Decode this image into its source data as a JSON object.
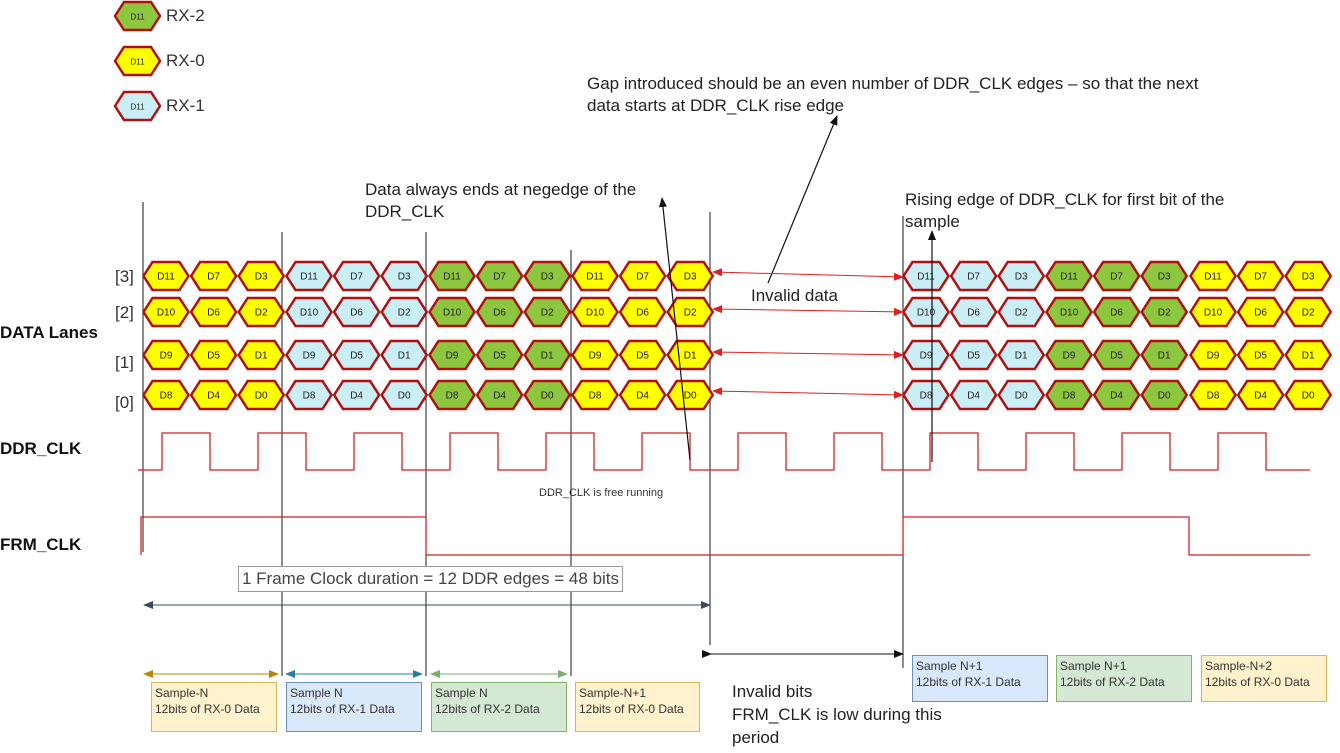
{
  "legend": [
    {
      "cell": "D11",
      "label": "RX-2",
      "fill": "#8dc63f"
    },
    {
      "cell": "D11",
      "label": "RX-0",
      "fill": "#ffff00"
    },
    {
      "cell": "D11",
      "label": "RX-1",
      "fill": "#c9eef5"
    }
  ],
  "colors": {
    "rx0": "#ffff00",
    "rx1": "#c9eef5",
    "rx2": "#8dc63f",
    "hex_border": "#b01010",
    "clock": "#d42020"
  },
  "row_labels": {
    "data_lanes": "DATA Lanes",
    "ddr_clk": "DDR_CLK",
    "frm_clk": "FRM_CLK"
  },
  "lanes": [
    {
      "label": "[3]",
      "bits": [
        "D11",
        "D7",
        "D3"
      ]
    },
    {
      "label": "[2]",
      "bits": [
        "D10",
        "D6",
        "D2"
      ]
    },
    {
      "label": "[1]",
      "bits": [
        "D9",
        "D5",
        "D1"
      ]
    },
    {
      "label": "[0]",
      "bits": [
        "D8",
        "D4",
        "D0"
      ]
    }
  ],
  "left_sequence": [
    "rx0",
    "rx1",
    "rx2",
    "rx0"
  ],
  "right_sequence": [
    "rx1",
    "rx2",
    "rx0"
  ],
  "notes": {
    "gap": "Gap introduced should be an even number of DDR_CLK edges – so that the next data starts at DDR_CLK rise edge",
    "negedge": "Data always ends at negedge of the DDR_CLK",
    "rising": "Rising edge of DDR_CLK for first bit of the sample",
    "invalid_data": "Invalid data",
    "free_running": "DDR_CLK is free running",
    "frame_duration": "1 Frame Clock duration = 12 DDR edges = 48 bits",
    "invalid_bits": "Invalid bits\nFRM_CLK is low during this period"
  },
  "samples": [
    {
      "line1": "Sample-N",
      "line2": "12bits of RX-0 Data",
      "fill": "#fff2cc",
      "border": "#d6b656",
      "arrow": "#b8860b"
    },
    {
      "line1": "Sample N",
      "line2": "12bits of RX-1 Data",
      "fill": "#dae8fc",
      "border": "#6c8ebf",
      "arrow": "#2a7fa0"
    },
    {
      "line1": "Sample N",
      "line2": "12bits of RX-2 Data",
      "fill": "#d5e8d4",
      "border": "#82b366",
      "arrow": "#7cb06a"
    },
    {
      "line1": "Sample-N+1",
      "line2": "12bits of RX-0 Data",
      "fill": "#fff2cc",
      "border": "#d6b656",
      "arrow": ""
    },
    {
      "line1": "Sample N+1",
      "line2": "12bits of RX-1 Data",
      "fill": "#dae8fc",
      "border": "#6c8ebf",
      "arrow": ""
    },
    {
      "line1": "Sample N+1",
      "line2": "12bits of RX-2 Data",
      "fill": "#d5e8d4",
      "border": "#82b366",
      "arrow": ""
    },
    {
      "line1": "Sample-N+2",
      "line2": "12bits of RX-0 Data",
      "fill": "#fff2cc",
      "border": "#d6b656",
      "arrow": ""
    }
  ]
}
